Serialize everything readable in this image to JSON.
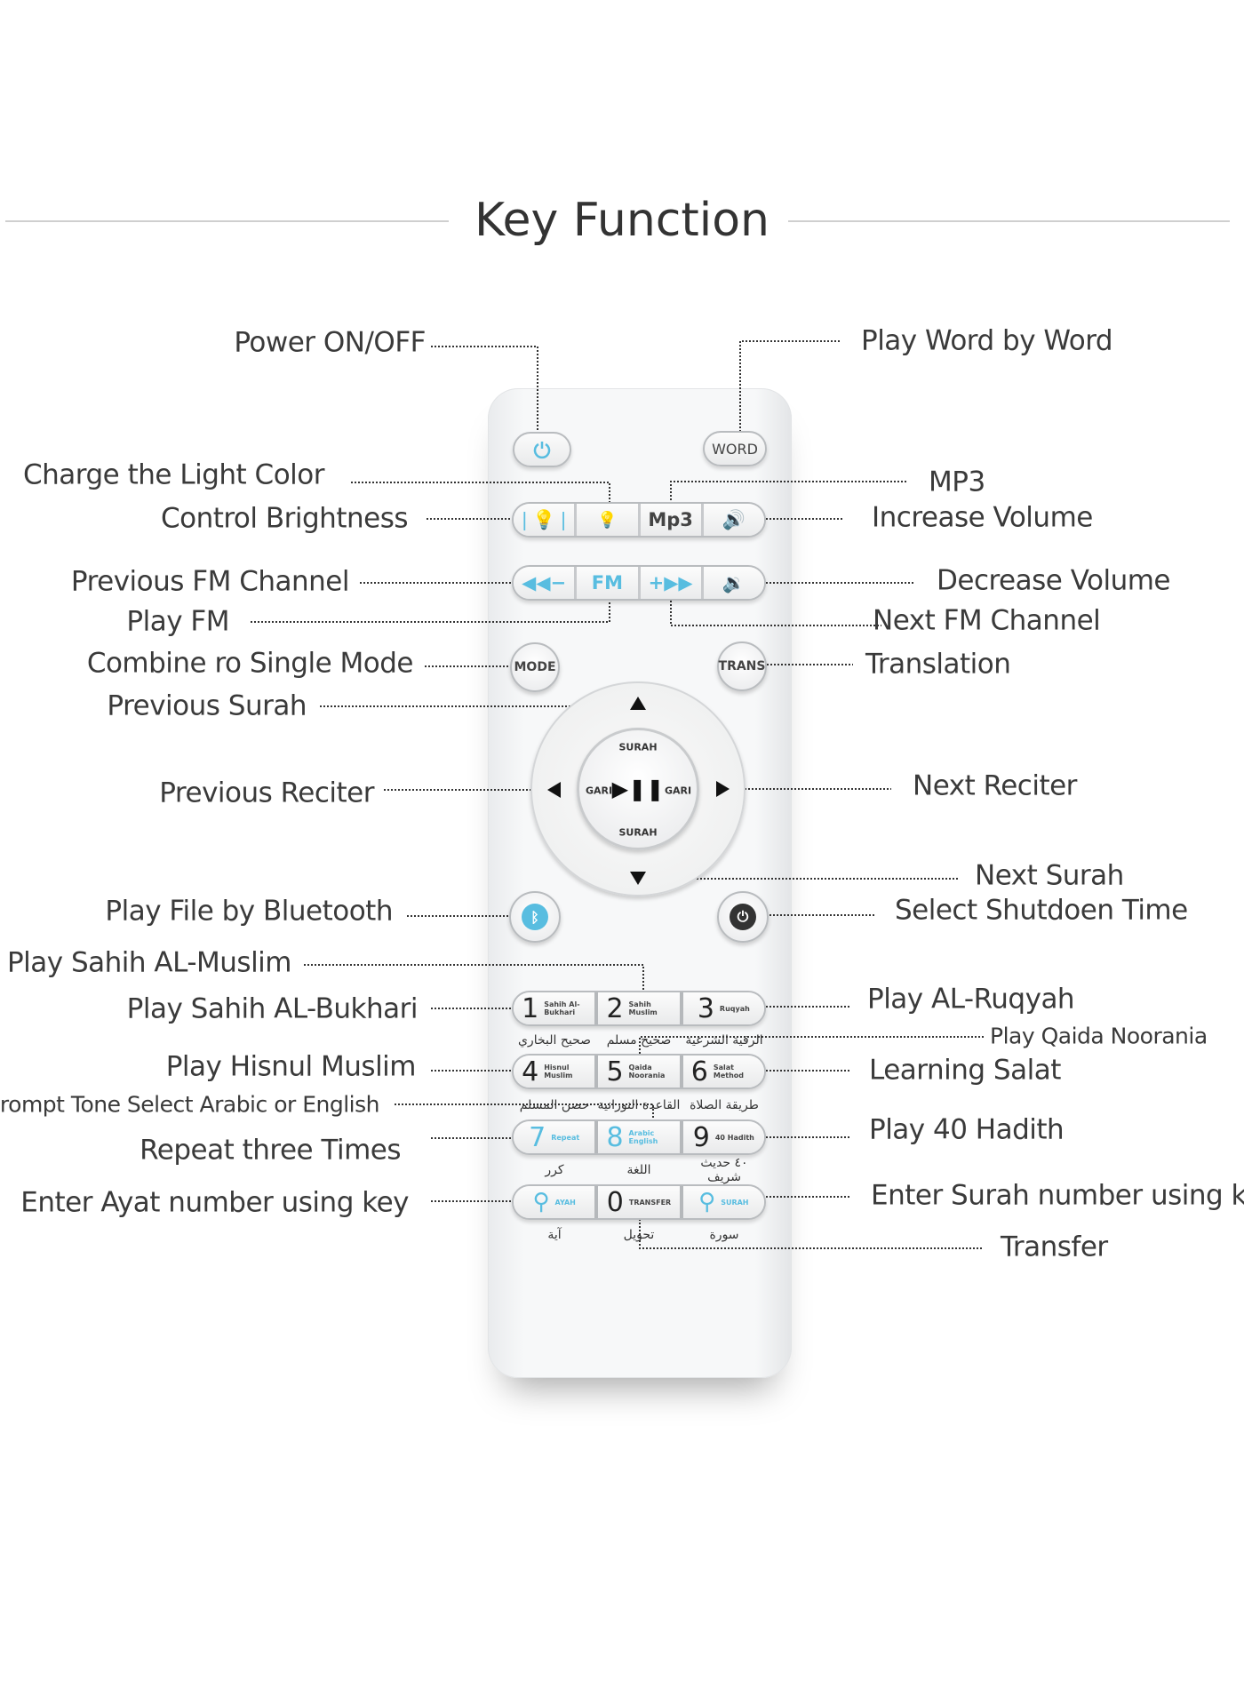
{
  "title": "Key Function",
  "labels_left": {
    "power": "Power ON/OFF",
    "light_color": "Charge the Light Color",
    "brightness": "Control Brightness",
    "prev_fm": "Previous FM Channel",
    "play_fm": "Play FM",
    "mode": "Combine ro Single Mode",
    "prev_surah": "Previous Surah",
    "prev_reciter": "Previous Reciter",
    "bluetooth": "Play File by Bluetooth",
    "sahih_muslim": "Play Sahih AL-Muslim",
    "sahih_bukhari": "Play Sahih AL-Bukhari",
    "hisnul": "Play Hisnul Muslim",
    "prompt_tone": "Prompt Tone Select Arabic or English",
    "repeat": "Repeat three Times",
    "ayat": "Enter Ayat number using key"
  },
  "labels_right": {
    "word": "Play Word by Word",
    "mp3": "MP3",
    "vol_up": "Increase Volume",
    "vol_down": "Decrease Volume",
    "next_fm": "Next FM Channel",
    "trans": "Translation",
    "next_reciter": "Next Reciter",
    "next_surah": "Next Surah",
    "shutdown": "Select Shutdoen Time",
    "ruqyah": "Play AL-Ruqyah",
    "qaida": "Play Qaida Noorania",
    "salat": "Learning Salat",
    "hadith": "Play 40 Hadith",
    "surah_num": "Enter Surah number using key",
    "transfer": "Transfer"
  },
  "remote": {
    "word": "WORD",
    "mp3": "Mp3",
    "fm": "FM",
    "mode": "MODE",
    "trans": "TRANS",
    "surah_top": "SURAH",
    "surah_bottom": "SURAH",
    "gari_left": "GARI",
    "gari_right": "GARI",
    "keys": [
      {
        "num": "1",
        "sub": "Sahih Al-Bukhari"
      },
      {
        "num": "2",
        "sub": "Sahih Muslim"
      },
      {
        "num": "3",
        "sub": "Ruqyah"
      },
      {
        "num": "4",
        "sub": "Hisnul Muslim"
      },
      {
        "num": "5",
        "sub": "Qaida Noorania"
      },
      {
        "num": "6",
        "sub": "Salat Method"
      },
      {
        "num": "7",
        "sub": "Repeat"
      },
      {
        "num": "8",
        "sub": "Arabic English"
      },
      {
        "num": "9",
        "sub": "40 Hadith"
      },
      {
        "num": "",
        "sub": "AYAH"
      },
      {
        "num": "0",
        "sub": "TRANSFER"
      },
      {
        "num": "",
        "sub": "SURAH"
      }
    ],
    "arabic": [
      "صحيح البخاري",
      "صحيح مسلم",
      "الرقية الشرعية",
      "حصن المسلم",
      "القاعدة النورانية",
      "طريقة الصلاة",
      "كرر",
      "اللغة",
      "٤٠ حديث شريف",
      "آية",
      "تحويل",
      "سورة"
    ]
  },
  "colors": {
    "accent": "#58bde0",
    "text": "#3a3a3a",
    "remote": "#f4f5f6"
  }
}
